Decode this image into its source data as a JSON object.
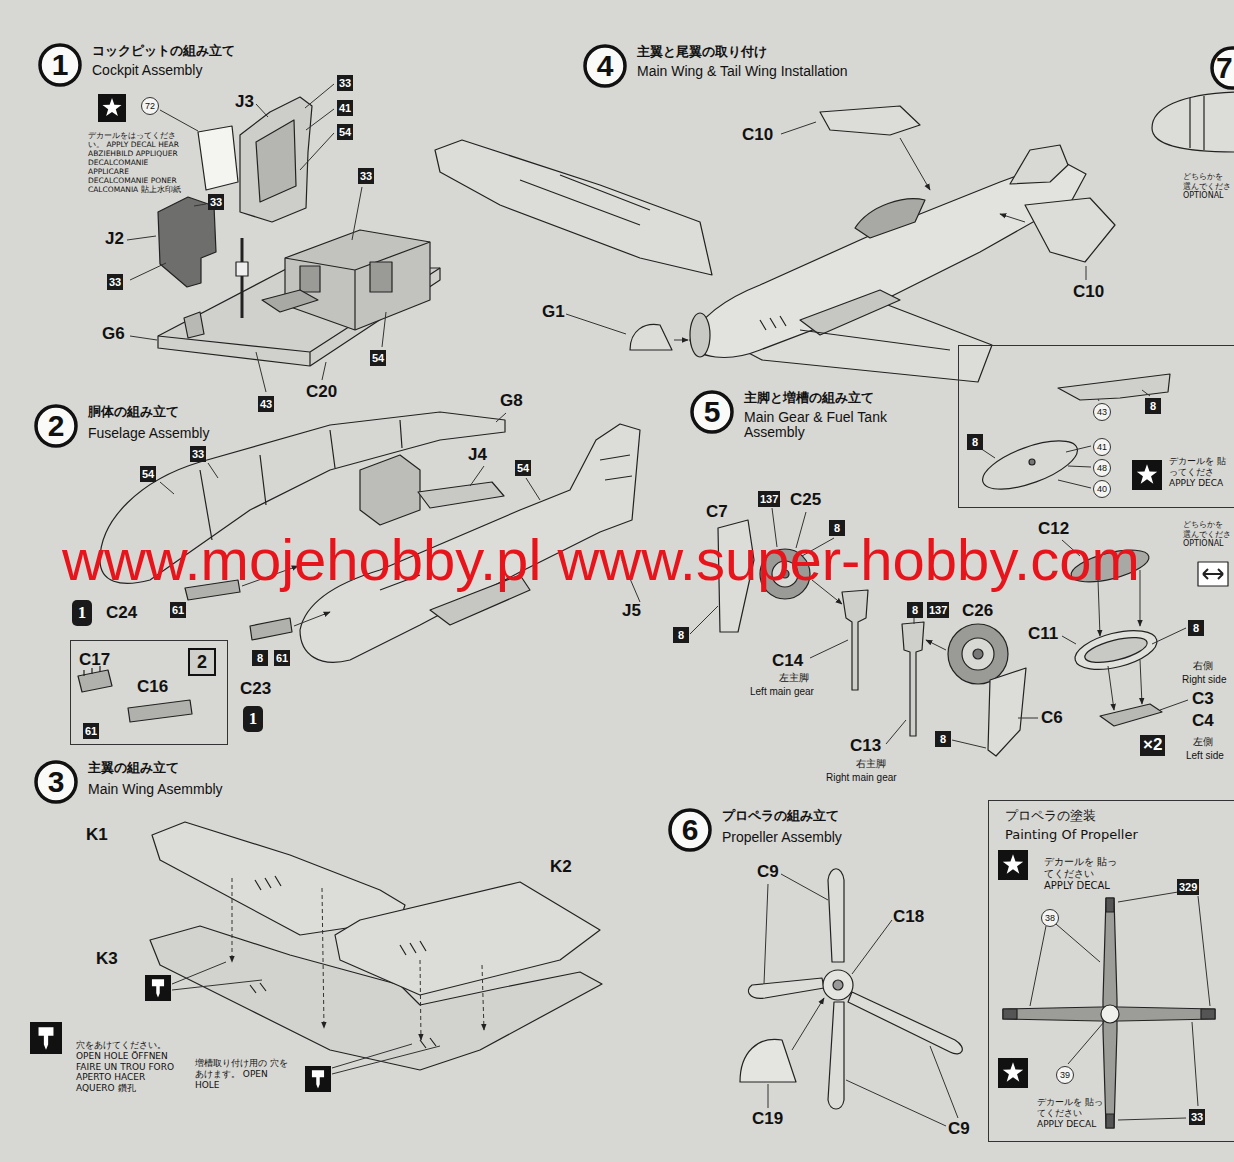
{
  "diagram": {
    "nodes": [
      {
        "text": [
          "1",
          "コックピットの組み立て",
          "Cockpit Assembly"
        ]
      },
      {
        "text": [
          "2",
          "胴体の組み立て",
          "Fuselage Assembly"
        ]
      },
      {
        "text": [
          "C17",
          "C16",
          "61"
        ]
      },
      {
        "text": [
          "3",
          "主翼の組み立て",
          "Main Wing Asemmbly"
        ]
      },
      {
        "text": [
          "4",
          "主翼と尾翼の取り付け",
          "Main Wing & Tail Wing Installation"
        ]
      },
      {
        "text": [
          "7"
        ]
      },
      {
        "text": [
          "43",
          "8",
          "8",
          "41",
          "48",
          "40",
          "デカールを 貼ってくださ APPLY DECA"
        ]
      },
      {
        "text": [
          "5",
          "主脚と増槽の組み立て",
          "Main Gear & Fuel Tank Assembly"
        ]
      },
      {
        "text": [
          "6",
          "プロペラの組み立て",
          "Propeller Assembly"
        ]
      },
      {
        "text": [
          "プロペラの塗装",
          "Painting Of Propeller",
          "デカールを 貼ってください APPLY DECAL",
          "329",
          "38",
          "39",
          "デカールを 貼ってください APPLY DECAL",
          "33"
        ]
      }
    ],
    "labels": [
      "72",
      "デカールをはってください。 APPLY DECAL HEAR ABZIEHBILD APPLIQUER DECALCOMANIE APPLICARE DECALCOMANIE PONER CALCOMANIA 貼上水印紙",
      "J3",
      "33",
      "41",
      "54",
      "33",
      "J2",
      "33",
      "33",
      "G6",
      "54",
      "C20",
      "43",
      "G8",
      "33",
      "54",
      "J4",
      "54",
      "61",
      "1",
      "C24",
      "2",
      "8",
      "61",
      "C23",
      "1",
      "J5",
      "K1",
      "K3",
      "K2",
      "穴をあけてください。 OPEN HOLE ÖFFNEN FAIRE UN TROU FORO APERTO HACER AQUERO 鑽孔",
      "増槽取り付け用の 穴をあけます。 OPEN HOLE",
      "C10",
      "C10",
      "G1",
      "C7",
      "137",
      "C25",
      "8",
      "8",
      "C14",
      "左主脚",
      "Left main gear",
      "8",
      "137",
      "C26",
      "C13",
      "右主脚",
      "Right main gear",
      "8",
      "C6",
      "C12",
      "C11",
      "8",
      "右側",
      "Right side",
      "C3",
      "C4",
      "×2",
      "左側",
      "Left side",
      "どちらかを 選んでくださ OPTIONAL",
      "C9",
      "C18",
      "C19",
      "C9",
      "どちらかを 選んでくださ OPTIONAL",
      "www.mojehobby.pl www.super-hobby.com"
    ]
  }
}
